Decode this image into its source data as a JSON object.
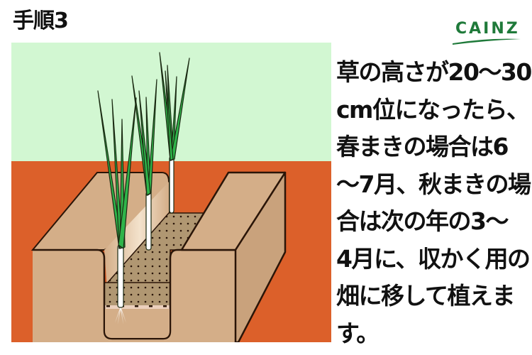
{
  "header": {
    "step_title": "手順3"
  },
  "logo": {
    "brand_text": "CAINZ",
    "color": "#1f7a3a"
  },
  "illustration": {
    "description": "Cross-section of a planting trench with green onion seedlings being transplanted",
    "colors": {
      "sky": "#d2f7d2",
      "soil_background": "#dc602a",
      "soil_block": "#d4ae88",
      "soil_block_shadow": "#c9a27c",
      "trench_fill": "#b09772",
      "leaf": "#2fb44a",
      "outline": "#2a1508",
      "stalk": "#ffffff"
    }
  },
  "description": {
    "lines": [
      "草の高さが20〜30",
      "cm位になったら、",
      "春まきの場合は6",
      "〜7月、秋まきの場",
      "合は次の年の3〜",
      "4月に、収かく用の",
      "畑に移して植えま",
      "す。"
    ]
  }
}
